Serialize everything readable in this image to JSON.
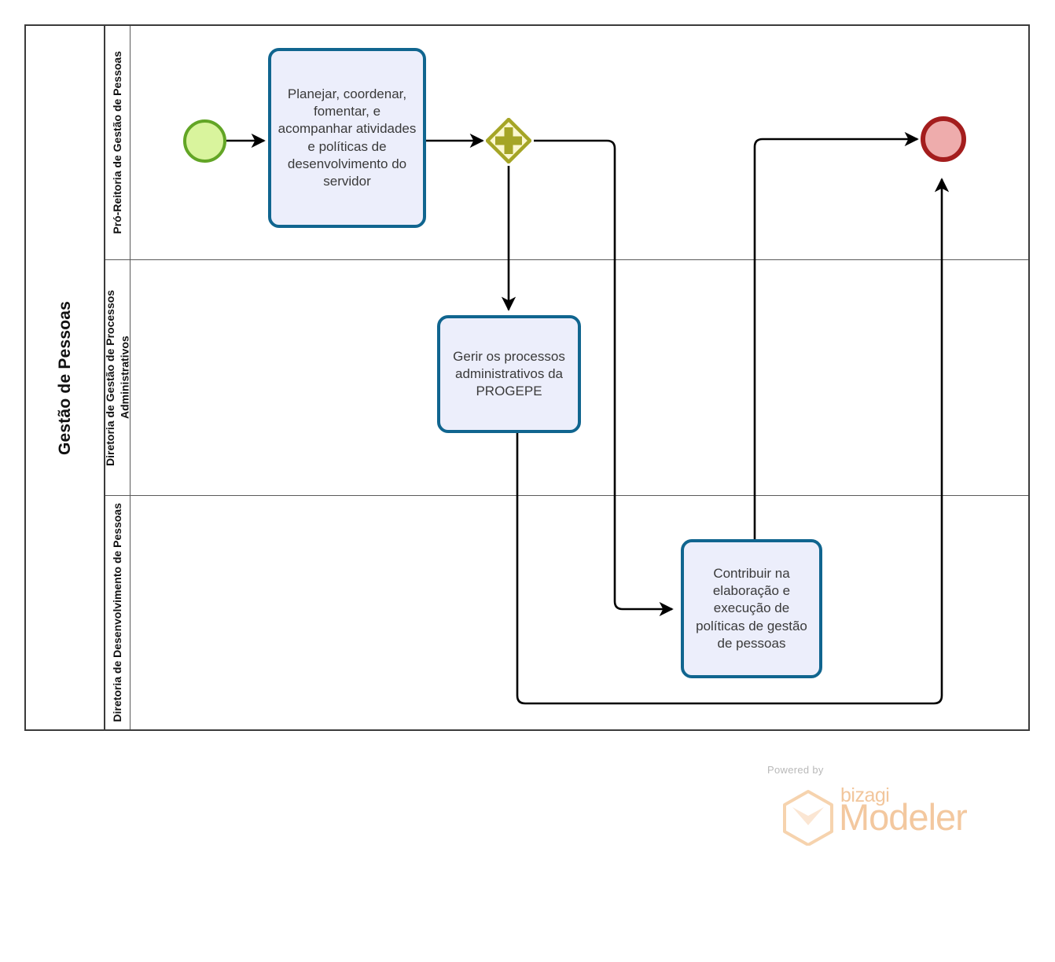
{
  "diagram": {
    "type": "bpmn-process-diagram",
    "pool": {
      "name": "Gestão de Pessoas"
    },
    "lanes": [
      {
        "id": "lane-1",
        "name": "Pró-Reitoria de Gestão de Pessoas"
      },
      {
        "id": "lane-2",
        "name": "Diretoria de Gestão de Processos Administrativos"
      },
      {
        "id": "lane-3",
        "name": "Diretoria de Desenvolvimento de Pessoas"
      }
    ],
    "nodes": {
      "start_event": {
        "type": "start-event",
        "label": ""
      },
      "task_1": {
        "type": "task",
        "label": "Planejar, coordenar, fomentar, e acompanhar atividades e políticas de desenvolvimento do servidor"
      },
      "gateway_1": {
        "type": "parallel-gateway",
        "marker": "plus",
        "label": ""
      },
      "task_2": {
        "type": "task",
        "label": "Gerir os processos administrativos da PROGEPE"
      },
      "task_3": {
        "type": "task",
        "label": "Contribuir na elaboração e execução de políticas de gestão de pessoas"
      },
      "end_event": {
        "type": "end-event",
        "label": ""
      }
    },
    "flows": [
      {
        "from": "start_event",
        "to": "task_1",
        "label": ""
      },
      {
        "from": "task_1",
        "to": "gateway_1",
        "label": ""
      },
      {
        "from": "gateway_1",
        "to": "task_2",
        "label": ""
      },
      {
        "from": "gateway_1",
        "to": "task_3",
        "label": ""
      },
      {
        "from": "task_2",
        "to": "end_event",
        "label": ""
      },
      {
        "from": "task_3",
        "to": "end_event",
        "label": ""
      }
    ],
    "colors": {
      "pool_border": "#3b3b3b",
      "lane_border": "#5a5a5a",
      "task_fill": "#eceefb",
      "task_border": "#10658f",
      "task_text": "#3a3a3a",
      "start_fill": "#d9f49d",
      "start_border": "#62a525",
      "end_fill": "#eeacac",
      "end_border": "#a41d1d",
      "gateway_fill": "#fbf8cf",
      "gateway_border": "#a5a526",
      "connector": "#000000"
    }
  },
  "watermark": {
    "powered_by": "Powered by",
    "brand": "bizagi",
    "product": "Modeler",
    "color": "#f3c89f"
  }
}
